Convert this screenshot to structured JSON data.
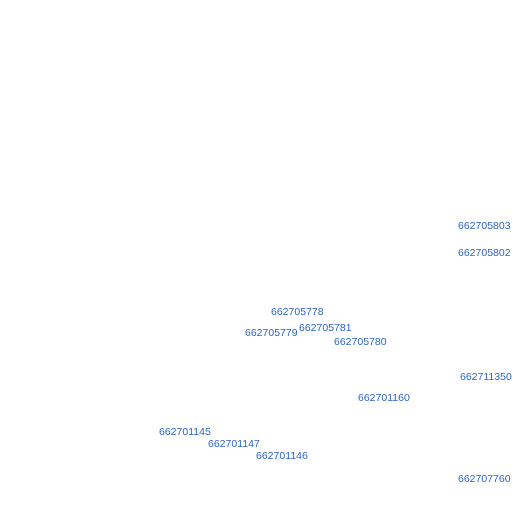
{
  "map": {
    "label_color": "#2a63c9",
    "labels": [
      "662705803",
      "662705802",
      "662705778",
      "662705781",
      "662705779",
      "662705780",
      "662711350",
      "662701160",
      "662701145",
      "662701147",
      "662701146",
      "662707760"
    ]
  }
}
